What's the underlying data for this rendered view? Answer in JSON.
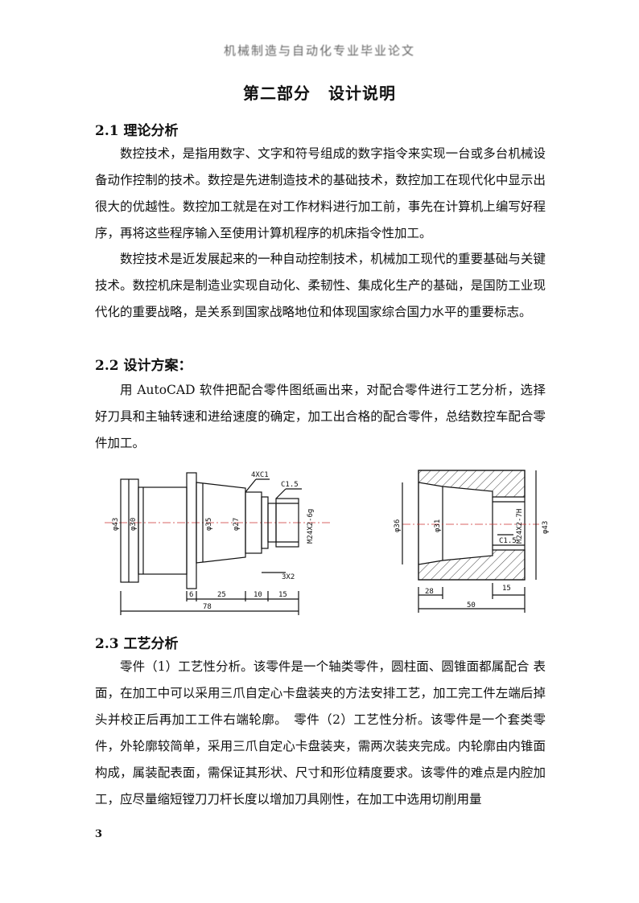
{
  "header": "机械制造与自动化专业毕业论文",
  "title": {
    "part": "第二部分",
    "name": "设计说明"
  },
  "sections": [
    {
      "heading": "2.1 理论分析",
      "paragraphs": [
        "数控技术，是指用数字、文字和符号组成的数字指令来实现一台或多台机械设备动作控制的技术。数控是先进制造技术的基础技术，数控加工在现代化中显示出很大的优越性。数控加工就是在对工作材料进行加工前，事先在计算机上编写好程序，再将这些程序输入至使用计算机程序的机床指令性加工。",
        "数控技术是近发展起来的一种自动控制技术，机械加工现代的重要基础与关键技术。数控机床是制造业实现自动化、柔韧性、集成化生产的基础，是国防工业现代化的重要战略，是关系到国家战略地位和体现国家综合国力水平的重要标志。"
      ]
    },
    {
      "heading": "2.2 设计方案：",
      "paragraphs": [
        "用 AutoCAD 软件把配合零件图纸画出来，对配合零件进行工艺分析，选择好刀具和主轴转速和进给速度的确定，加工出合格的配合零件，总结数控车配合零件加工。"
      ]
    },
    {
      "heading": "2.3 工艺分析",
      "paragraphs": [
        "零件（1）工艺性分析。该零件是一个轴类零件，圆柱面、圆锥面都属配合 表面，在加工中可以采用三爪自定心卡盘装夹的方法安排工艺，加工完工件左端后掉头并校正后再加工工件右端轮廓。　零件（2）工艺性分析。该零件是一个套类零件，外轮廓较简单，采用三爪自定心卡盘装夹，需两次装夹完成。内轮廓由内锥面构成，属装配表面，需保证其形状、尺寸和形位精度要求。该零件的难点是内腔加工，应尽量缩短镗刀刀杆长度以增加刀具刚性，在加工中选用切削用量"
      ]
    }
  ],
  "drawing_left": {
    "diameters": [
      "φ43",
      "φ30",
      "φ35",
      "φ27",
      "M24X2-6g"
    ],
    "chamfers": [
      "4XC1",
      "C1.5"
    ],
    "groove": "3X2",
    "lengths": [
      "6",
      "25",
      "10",
      "15"
    ],
    "total_length": "78"
  },
  "drawing_right": {
    "diameters": [
      "φ36",
      "φ31",
      "M24X2-7H",
      "φ43"
    ],
    "chamfer": "C1.5",
    "lengths": [
      "28",
      "15"
    ],
    "total_length": "50"
  },
  "page_number": "3"
}
